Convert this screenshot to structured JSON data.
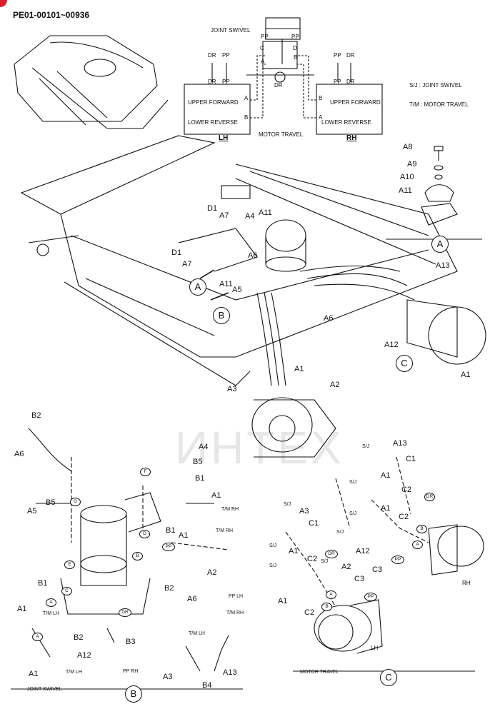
{
  "doc_id": "PE01-00101~00936",
  "watermark": "ИНТЕХ",
  "legend": {
    "sj": "S/J  : JOINT SWIVEL",
    "tm": "T/M  : MOTOR TRAVEL"
  },
  "schematic": {
    "joint_swivel": "JOINT SWIVEL",
    "pp": "PP",
    "dr": "DR",
    "a": "A",
    "b": "B",
    "c": "C",
    "d": "D",
    "upper_forward": "UPPER  FORWARD",
    "lower_reverse": "LOWER  REVERSE",
    "lh": "LH",
    "rh": "RH",
    "motor_travel": "MOTOR TRAVEL"
  },
  "main_labels": [
    "D1",
    "A7",
    "A4",
    "A11",
    "D1",
    "A7",
    "A6",
    "A11",
    "A5",
    "A6",
    "A13",
    "A12",
    "A1",
    "A1",
    "A2",
    "A3"
  ],
  "detail_a": {
    "labels": [
      "A8",
      "A9",
      "A10",
      "A11"
    ],
    "marker": "A"
  },
  "detail_b": {
    "title": "JOINT SWIVEL",
    "marker": "B",
    "labels": [
      "B2",
      "A6",
      "A4",
      "B5",
      "B1",
      "A1",
      "B1",
      "A1",
      "A5",
      "B5",
      "B1",
      "A1",
      "B2",
      "A6",
      "B2",
      "A2",
      "A12",
      "B3",
      "A1",
      "A3",
      "B4",
      "A13"
    ],
    "tm_rh": "T/M RH",
    "tm_lh": "T/M LH",
    "tm_lh2": "T/M\nLH",
    "pp_rh": "PP RH",
    "pp_lh": "PP LH"
  },
  "detail_c": {
    "title": "MOTOR TRAVEL",
    "marker": "C",
    "labels": [
      "A13",
      "C1",
      "A1",
      "C2",
      "A1",
      "C2",
      "A12",
      "C3",
      "A3",
      "C1",
      "A1",
      "C2",
      "A2",
      "C3",
      "A1",
      "C2"
    ],
    "sj": "S/J",
    "rh": "RH",
    "lh": "LH"
  }
}
